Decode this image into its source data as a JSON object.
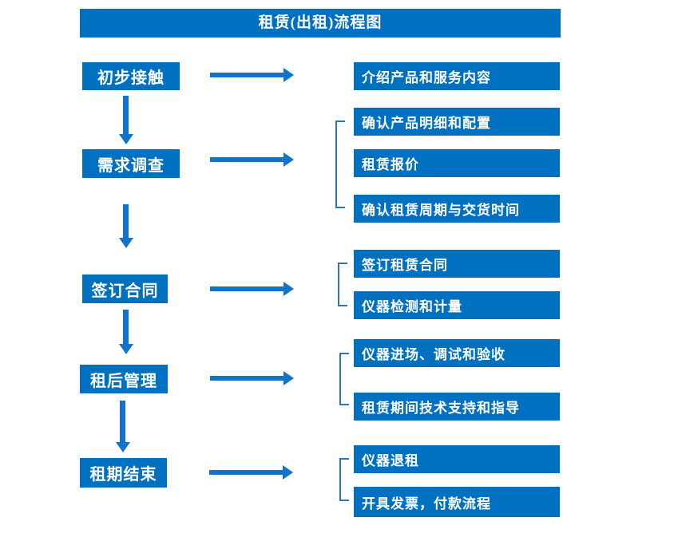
{
  "diagram": {
    "title": "租赁(出租)流程图",
    "colors": {
      "box_blue": "#0070C0",
      "arrow_blue": "#1273CB",
      "bracket_blue": "#2E75B6",
      "text_white": "#FFFFFF"
    },
    "steps": [
      {
        "label": "初步接触",
        "items": [
          "介绍产品和服务内容"
        ]
      },
      {
        "label": "需求调查",
        "items": [
          "确认产品明细和配置",
          "租赁报价",
          "确认租赁周期与交货时间"
        ]
      },
      {
        "label": "签订合同",
        "items": [
          "签订租赁合同",
          "仪器检测和计量"
        ]
      },
      {
        "label": "租后管理",
        "items": [
          "仪器进场、调试和验收",
          "租赁期间技术支持和指导"
        ]
      },
      {
        "label": "租期结束",
        "items": [
          "仪器退租",
          "开具发票，付款流程"
        ]
      }
    ]
  }
}
